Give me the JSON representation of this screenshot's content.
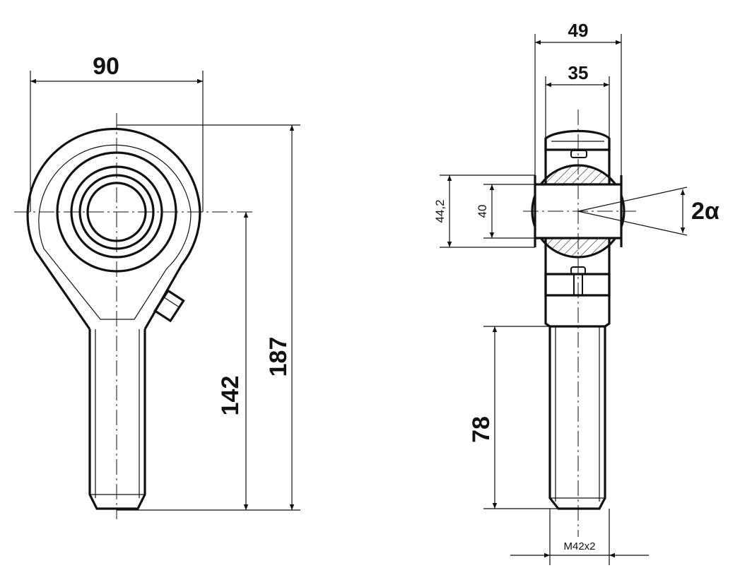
{
  "drawing": {
    "front_view": {
      "width_label": "90",
      "height_total_label": "187",
      "height_center_label": "142"
    },
    "side_view": {
      "outer_width_label": "49",
      "inner_width_label": "35",
      "ball_dia_label": "44,2",
      "bore_dia_label": "40",
      "angle_label": "2α",
      "shank_length_label": "78",
      "thread_label": "M42x2"
    }
  },
  "colors": {
    "line": "#111111",
    "background": "#ffffff"
  }
}
